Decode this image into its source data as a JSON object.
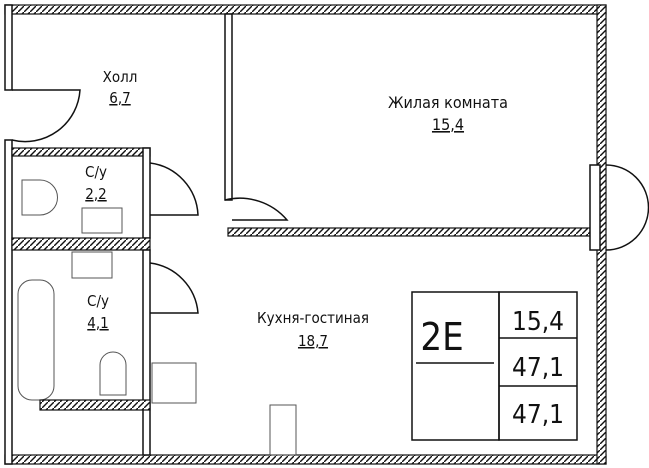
{
  "rooms": {
    "hall": {
      "name": "Холл",
      "area": "6,7"
    },
    "living_room": {
      "name": "Жилая комната",
      "area": "15,4"
    },
    "bathroom_small": {
      "name": "С/у",
      "area": "2,2"
    },
    "bathroom_large": {
      "name": "С/у",
      "area": "4,1"
    },
    "kitchen_living": {
      "name": "Кухня-гостиная",
      "area": "18,7"
    }
  },
  "legend": {
    "apartment_type": "2Е",
    "living_area": "15,4",
    "total_area": "47,1",
    "total_area_with_balcony": "47,1"
  }
}
